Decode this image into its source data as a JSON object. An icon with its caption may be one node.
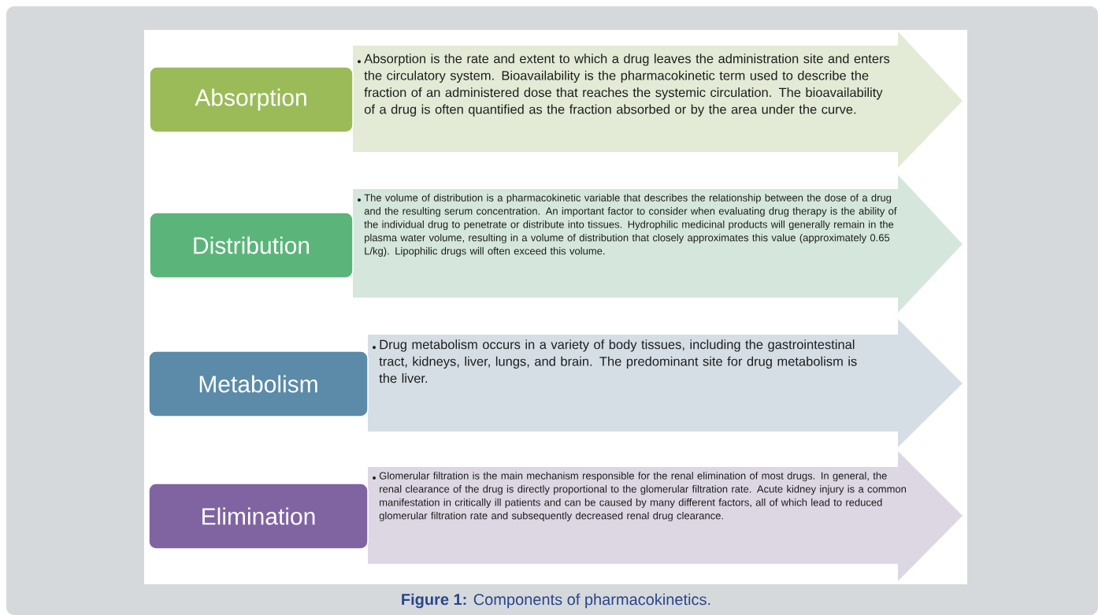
{
  "diagram": {
    "caption": "**Figure 1:** Components of pharmacokinetics.",
    "nodes": [
      {
        "text": [
          "Absorption"
        ]
      },
      {
        "text": [
          "Absorption is the rate and extent to which a drug leaves the administration site and enters the circulatory system. Bioavailability is the pharmacokinetic term used to describe the fraction of an administered dose that reaches the systemic circulation. The bioavailability of a drug is often quantified as the fraction absorbed or by the area under the curve."
        ]
      },
      {
        "text": [
          "Distribution"
        ]
      },
      {
        "text": [
          "The volume of distribution is a pharmacokinetic variable that describes the relationship between the dose of a drug and the resulting serum concentration. An important factor to consider when evaluating drug therapy is the ability of the individual drug to penetrate or distribute into tissues. Hydrophilic medicinal products will generally remain in the plasma water volume, resulting in a volume of distribution that closely approximates this value (approximately 0.65 L/kg). Lipophilic drugs will often exceed this volume."
        ]
      },
      {
        "text": [
          "Metabolism"
        ]
      },
      {
        "text": [
          "Drug metabolism occurs in a variety of body tissues, including the gastrointestinal tract, kidneys, liver, lungs, and brain. The predominant site for drug metabolism is the liver."
        ]
      },
      {
        "text": [
          "Elimination"
        ]
      },
      {
        "text": [
          "Glomerular filtration is the main mechanism responsible for the renal elimination of most drugs. In general, the renal clearance of the drug is directly proportional to the glomerular filtration rate. Acute kidney injury is a common manifestation in critically ill patients and can be caused by many different factors, all of which lead to reduced glomerular filtration rate and subsequently decreased renal drug clearance."
        ]
      }
    ]
  }
}
